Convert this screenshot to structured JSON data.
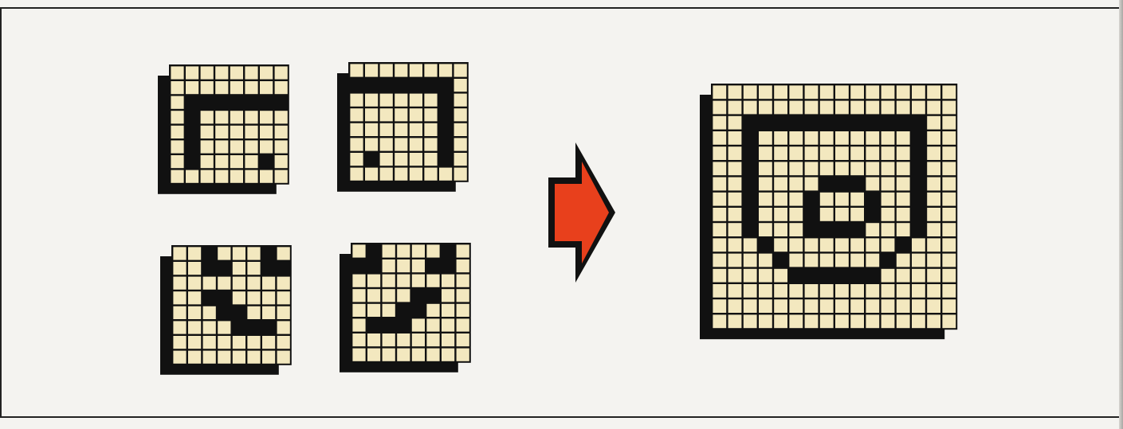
{
  "colors": {
    "background": "#f4f3f0",
    "cell_fill": "#f3e8bf",
    "ink": "#111111",
    "arrow_fill": "#e8401c",
    "frame": "#222222"
  },
  "figure": {
    "description_icons": [
      "8x8-pattern-grid",
      "right-arrow-icon",
      "16x16-pattern-grid"
    ],
    "small_patterns": [
      {
        "id": "pattern-top-left",
        "rows": [
          "........",
          "........",
          ".#######",
          ".#......",
          ".#......",
          ".#......",
          ".#....#.",
          "........"
        ]
      },
      {
        "id": "pattern-top-right",
        "rows": [
          "........",
          "#######.",
          "......#.",
          "......#.",
          "......#.",
          "......#.",
          ".#....#.",
          "........"
        ]
      },
      {
        "id": "pattern-bottom-left",
        "rows": [
          "..#...#.",
          "..##..##",
          "........",
          "..##....",
          "...##...",
          "....###.",
          "........",
          "........"
        ]
      },
      {
        "id": "pattern-bottom-right",
        "rows": [
          ".#....#.",
          "##...##.",
          "........",
          "....##..",
          "...##...",
          ".###....",
          "........",
          "........"
        ]
      }
    ],
    "large_pattern": {
      "id": "pattern-combined",
      "rows": [
        "................",
        "................",
        "..############..",
        "..#..........#..",
        "..#..........#..",
        "..#..........#..",
        "..#....###...#..",
        "..#...#...#..#..",
        "..#...#...#..#..",
        "..#...####...#..",
        "...#........#...",
        "....#......#....",
        ".....######.....",
        "................",
        "................",
        "................"
      ]
    }
  }
}
